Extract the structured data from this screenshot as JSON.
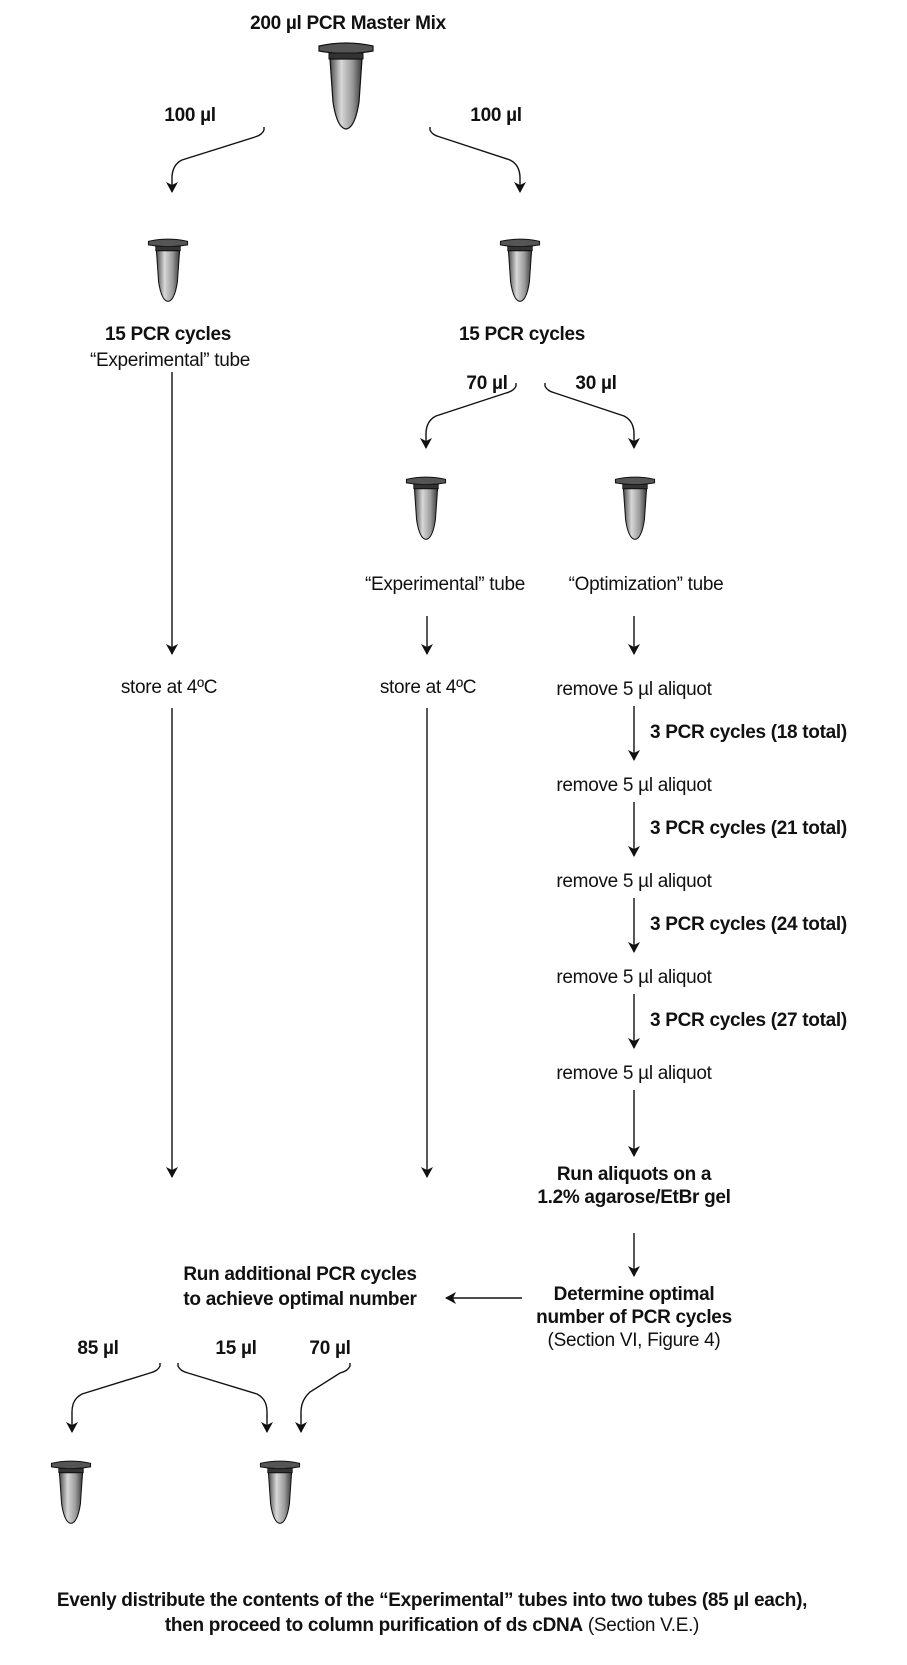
{
  "master_mix": "200 µl PCR Master Mix",
  "split_top": {
    "left": "100 µl",
    "right": "100 µl"
  },
  "left_branch": {
    "cycles": "15 PCR cycles",
    "tube_label": "“Experimental” tube",
    "store": "store at 4ºC"
  },
  "right_branch": {
    "cycles": "15 PCR cycles",
    "split_left": "70 µl",
    "split_right": "30 µl",
    "experimental_label": "“Experimental” tube",
    "experimental_store": "store at 4ºC",
    "optimization_label": "“Optimization” tube"
  },
  "optimization_steps": [
    {
      "remove": "remove 5 µl aliquot",
      "cycles": "3 PCR cycles (18 total)"
    },
    {
      "remove": "remove 5 µl aliquot",
      "cycles": "3 PCR cycles (21 total)"
    },
    {
      "remove": "remove 5 µl aliquot",
      "cycles": "3 PCR cycles (24 total)"
    },
    {
      "remove": "remove 5 µl aliquot",
      "cycles": "3 PCR cycles (27 total)"
    },
    {
      "remove": "remove 5 µl aliquot"
    }
  ],
  "run_gel": {
    "line1": "Run aliquots on a",
    "line2": "1.2% agarose/EtBr gel"
  },
  "determine": {
    "line1": "Determine optimal",
    "line2": "number of PCR cycles",
    "ref": "(Section VI, Figure 4)"
  },
  "run_additional": {
    "line1": "Run additional PCR cycles",
    "line2": "to achieve optimal number"
  },
  "final_split": {
    "left": "85 µl",
    "middle": "15 µl",
    "right": "70 µl"
  },
  "footer": {
    "line1": "Evenly distribute the contents of the “Experimental” tubes into two tubes (85 µl each),",
    "line2_bold": "then proceed to column purification of ds cDNA",
    "line2_normal": " (Section V.E.)"
  }
}
